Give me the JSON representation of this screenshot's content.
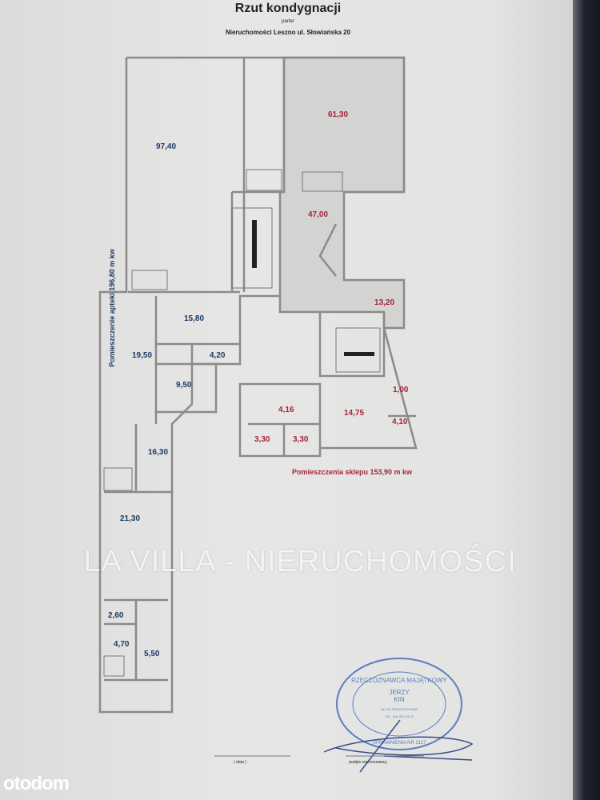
{
  "header": {
    "title": "Rzut kondygnacji",
    "subtitle": "parter",
    "address": "Nieruchomości Leszno ul. Słowiańska 20"
  },
  "side_label": "Pomieszczenie apteki 196,80 m kw",
  "shop_label": "Pomieszczenia sklepu  153,90 m kw",
  "rooms_pharmacy": [
    "97,40",
    "15,80",
    "19,50",
    "4,20",
    "9,50",
    "16,30",
    "21,30",
    "2,60",
    "4,70",
    "5,50"
  ],
  "rooms_shop": [
    "61,30",
    "47,00",
    "13,20",
    "1,00",
    "4,16",
    "14,75",
    "4,10",
    "3,30",
    "3,30"
  ],
  "watermark": "LA VILLA - NIERUCHOMOŚCI",
  "stamp": {
    "ring_text": "RZECZOZNAWCA MAJĄTKOWY",
    "name1": "JERZY",
    "name2": "KIN",
    "line1": "64-115 ŚWIĘCIECHOWA",
    "line2": "TEL. (65) 520 23 23",
    "ring_bottom": "UPRAWNIENIA NR 3117"
  },
  "footer": {
    "date_label": "( data )",
    "signature_label": "podpis rzeczoznawcy"
  },
  "brand": "otodom",
  "colors": {
    "pharmacy": "#1e3a66",
    "shop": "#a8243c",
    "stamp": "#5a7fc0"
  }
}
